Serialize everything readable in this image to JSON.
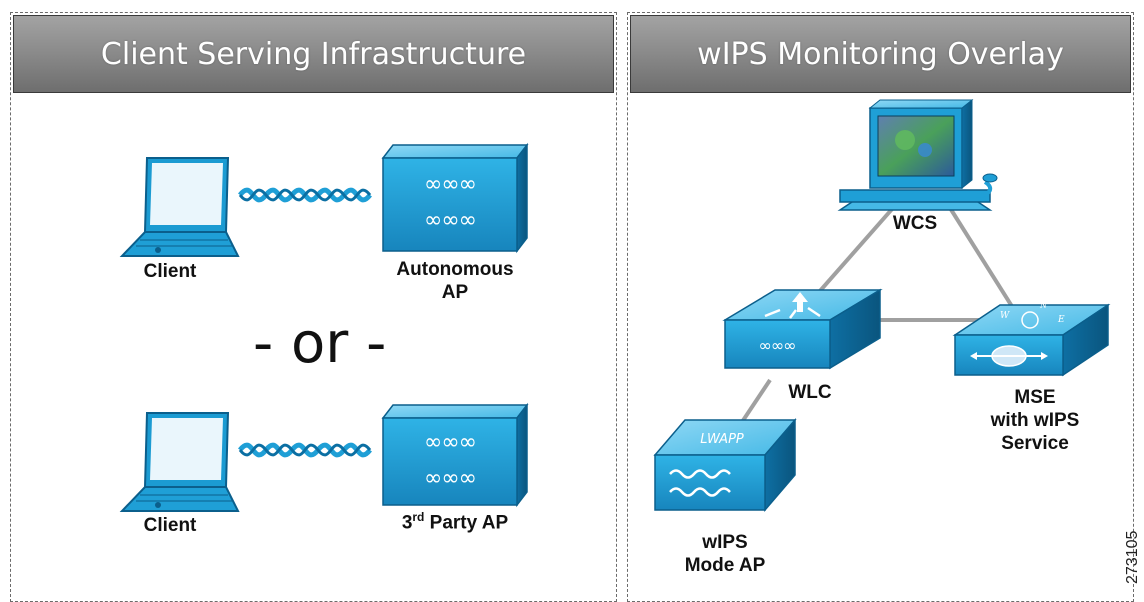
{
  "left_panel": {
    "title": "Client Serving Infrastructure",
    "client_label_top": "Client",
    "autonomous_ap_label": "Autonomous\nAP",
    "or_text": "- or -",
    "client_label_bottom": "Client",
    "third_party_ap_base": "3",
    "third_party_ap_sup": "rd",
    "third_party_ap_rest": " Party AP"
  },
  "right_panel": {
    "title": "wIPS Monitoring Overlay",
    "wcs_label": "WCS",
    "wlc_label": "WLC",
    "mse_label": "MSE\nwith wIPS\nService",
    "wips_ap_label": "wIPS\nMode AP",
    "lwapp_text": "LWAPP"
  },
  "figure_number": "273105",
  "colors": {
    "device_blue": "#1f9fd6",
    "device_dark": "#0a6b9e",
    "header_gray": "#8c8c8c",
    "link_gray": "#a0a0a0"
  }
}
